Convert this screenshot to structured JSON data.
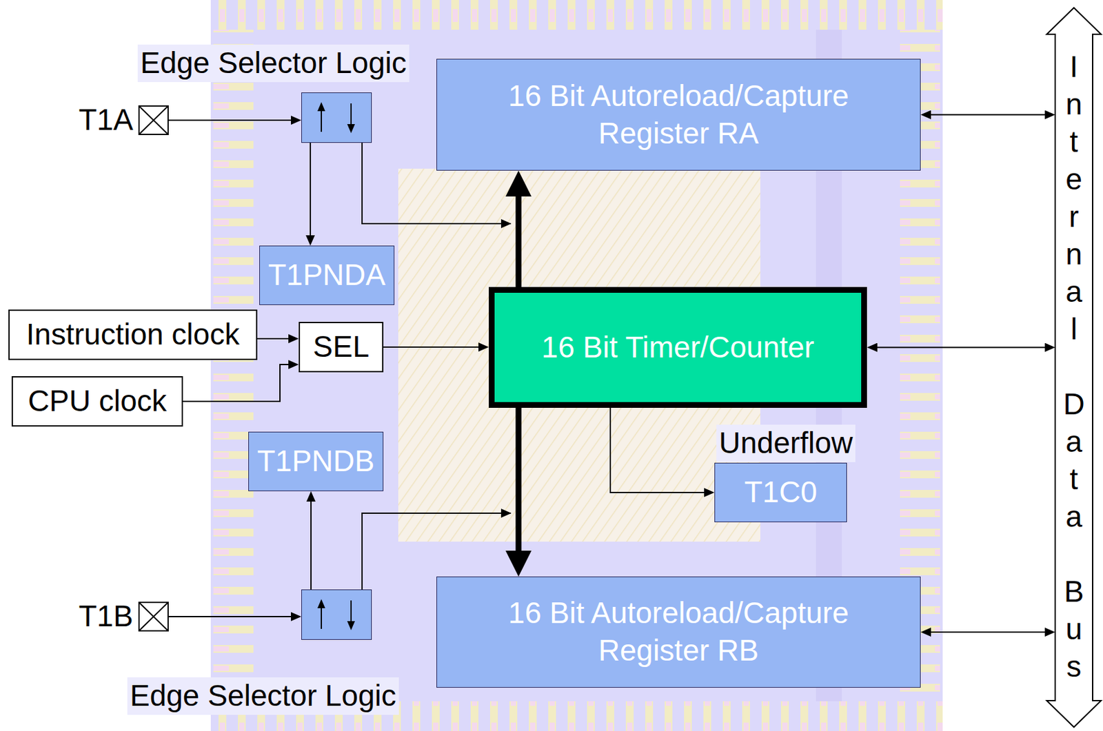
{
  "diagram": {
    "nodes": [
      {
        "text": [
          "Edge Selector Logic"
        ]
      },
      {
        "text": [
          "16 Bit Autoreload/Capture Register RA"
        ]
      },
      {
        "text": [
          "T1A"
        ]
      },
      {
        "text": [
          "T1PNDA"
        ]
      },
      {
        "text": [
          "Instruction clock"
        ]
      },
      {
        "text": [
          "SEL"
        ]
      },
      {
        "text": [
          "CPU clock"
        ]
      },
      {
        "text": [
          "16 Bit Timer/Counter"
        ]
      },
      {
        "text": [
          "T1PNDB"
        ]
      },
      {
        "text": [
          "Underflow",
          "T1C0"
        ]
      },
      {
        "text": [
          "T1B"
        ]
      },
      {
        "text": [
          "Edge Selector Logic"
        ]
      },
      {
        "text": [
          "16 Bit Autoreload/Capture Register RB"
        ]
      },
      {
        "text": [
          "Internal Data Bus"
        ]
      }
    ],
    "edges": [
      {
        "from": 2,
        "to": 0,
        "arrow": "to"
      },
      {
        "from": 0,
        "to": 3,
        "arrow": "to"
      },
      {
        "from": 4,
        "to": 5,
        "arrow": "to"
      },
      {
        "from": 6,
        "to": 5,
        "arrow": "to"
      },
      {
        "from": 5,
        "to": 7,
        "arrow": "to"
      },
      {
        "from": 7,
        "to": 1,
        "arrow": "to"
      },
      {
        "from": 7,
        "to": 12,
        "arrow": "to"
      },
      {
        "from": 7,
        "to": 9,
        "arrow": "to"
      },
      {
        "from": 10,
        "to": 11,
        "arrow": "to"
      },
      {
        "from": 11,
        "to": 8,
        "arrow": "to"
      },
      {
        "from": 1,
        "to": 13,
        "arrow": "both"
      },
      {
        "from": 7,
        "to": 13,
        "arrow": "both"
      },
      {
        "from": 12,
        "to": 13,
        "arrow": "both"
      }
    ]
  }
}
